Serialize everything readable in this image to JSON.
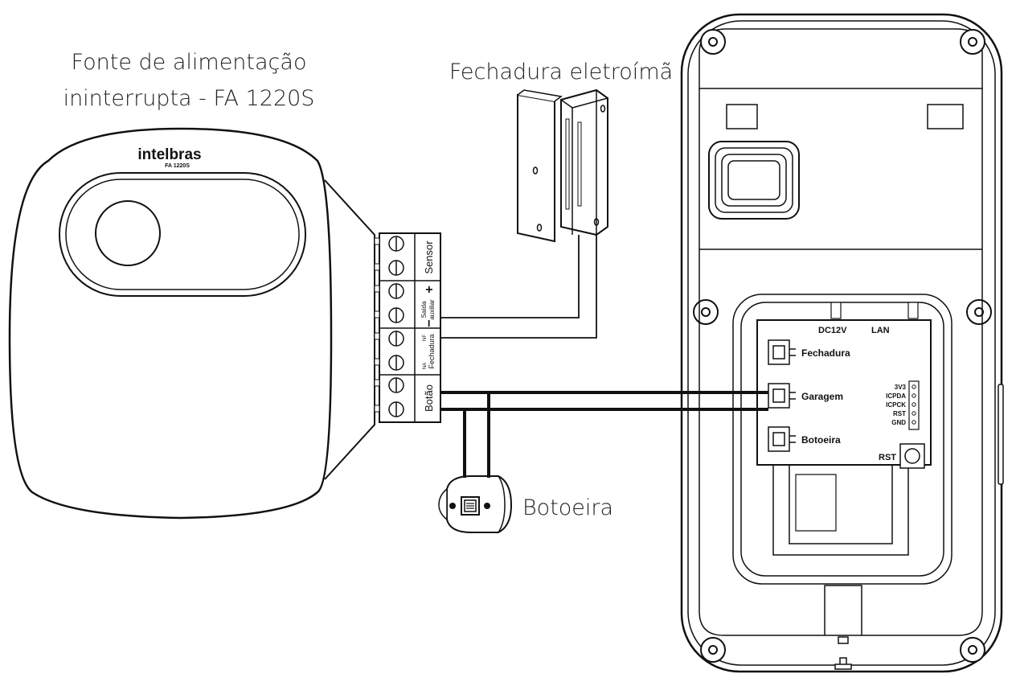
{
  "captions": {
    "power_supply_line1": "Fonte de alimentação",
    "power_supply_line2": "ininterrupta - FA 1220S",
    "lock": "Fechadura eletroímã",
    "button": "Botoeira"
  },
  "power_supply": {
    "brand": "intelbras",
    "model": "FA 1220S"
  },
  "terminal_block": {
    "sensor": "Sensor",
    "aux_plus": "+",
    "aux_minus": "−",
    "aux_line1": "Saída",
    "aux_line2": "auxiliar",
    "nf": "NF",
    "na": "NA",
    "lock": "Fechadura",
    "button": "Botão"
  },
  "board": {
    "dc12v": "DC12V",
    "lan": "LAN",
    "fechadura": "Fechadura",
    "garagem": "Garagem",
    "botoeira": "Botoeira",
    "pin_3v3": "3V3",
    "pin_icpda": "ICPDA",
    "pin_icpck": "ICPCK",
    "pin_rst": "RST",
    "pin_gnd": "GND",
    "rst_button": "RST"
  }
}
